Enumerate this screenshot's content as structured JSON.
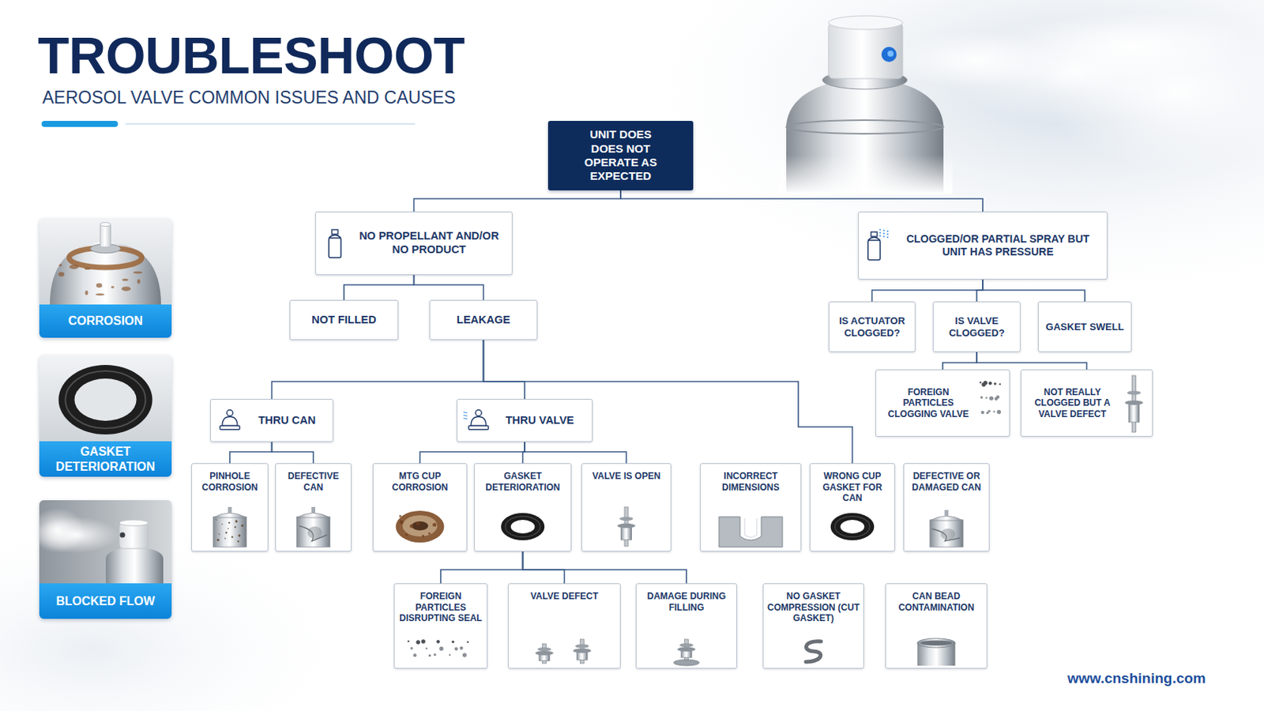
{
  "diagram": {
    "title": "TROUBLESHOOT",
    "nodes": [
      {
        "text": [
          "UNIT DOES DOES NOT OPERATE AS EXPECTED"
        ]
      },
      {
        "text": [
          "NO PROPELLANT AND/OR NO PRODUCT"
        ]
      },
      {
        "text": [
          "CLOGGED/OR PARTIAL SPRAY BUT UNIT HAS PRESSURE"
        ]
      },
      {
        "text": [
          "NOT FILLED"
        ]
      },
      {
        "text": [
          "LEAKAGE"
        ]
      },
      {
        "text": [
          "IS ACTUATOR CLOGGED?"
        ]
      },
      {
        "text": [
          "IS VALVE CLOGGED?"
        ]
      },
      {
        "text": [
          "GASKET SWELL"
        ]
      },
      {
        "text": [
          "THRU CAN"
        ]
      },
      {
        "text": [
          "THRU VALVE"
        ]
      },
      {
        "text": [
          "FOREIGN PARTICLES CLOGGING VALVE"
        ]
      },
      {
        "text": [
          "NOT REALLY CLOGGED BUT A VALVE DEFECT"
        ]
      },
      {
        "text": [
          "PINHOLE CORROSION"
        ]
      },
      {
        "text": [
          "DEFECTIVE CAN"
        ]
      },
      {
        "text": [
          "MTG CUP CORROSION"
        ]
      },
      {
        "text": [
          "GASKET DETERIORATION"
        ]
      },
      {
        "text": [
          "VALVE IS OPEN"
        ]
      },
      {
        "text": [
          "INCORRECT DIMENSIONS"
        ]
      },
      {
        "text": [
          "WRONG CUP GASKET FOR CAN"
        ]
      },
      {
        "text": [
          "DEFECTIVE OR DAMAGED CAN"
        ]
      },
      {
        "text": [
          "FOREIGN PARTICLES DISRUPTING SEAL"
        ]
      },
      {
        "text": [
          "VALVE DEFECT"
        ]
      },
      {
        "text": [
          "DAMAGE DURING FILLING"
        ]
      },
      {
        "text": [
          "NO GASKET COMPRESSION (CUT GASKET)"
        ]
      },
      {
        "text": [
          "CAN BEAD CONTAMINATION"
        ]
      },
      {
        "text": [
          "CORROSION"
        ]
      },
      {
        "text": [
          "GASKET DETERIORATION"
        ]
      },
      {
        "text": [
          "BLOCKED FLOW"
        ]
      }
    ],
    "edges": [
      {
        "from": 0,
        "to": 1,
        "arrow": "none"
      },
      {
        "from": 0,
        "to": 2,
        "arrow": "none"
      },
      {
        "from": 1,
        "to": 3,
        "arrow": "none"
      },
      {
        "from": 1,
        "to": 4,
        "arrow": "none"
      },
      {
        "from": 4,
        "to": 8,
        "arrow": "none"
      },
      {
        "from": 4,
        "to": 9,
        "arrow": "none"
      },
      {
        "from": 4,
        "to": 18,
        "arrow": "none"
      },
      {
        "from": 8,
        "to": 12,
        "arrow": "none"
      },
      {
        "from": 8,
        "to": 13,
        "arrow": "none"
      },
      {
        "from": 9,
        "to": 14,
        "arrow": "none"
      },
      {
        "from": 9,
        "to": 15,
        "arrow": "none"
      },
      {
        "from": 9,
        "to": 16,
        "arrow": "none"
      },
      {
        "from": 15,
        "to": 20,
        "arrow": "none"
      },
      {
        "from": 15,
        "to": 21,
        "arrow": "none"
      },
      {
        "from": 15,
        "to": 22,
        "arrow": "none"
      },
      {
        "from": 2,
        "to": 5,
        "arrow": "none"
      },
      {
        "from": 2,
        "to": 6,
        "arrow": "none"
      },
      {
        "from": 2,
        "to": 7,
        "arrow": "none"
      },
      {
        "from": 6,
        "to": 10,
        "arrow": "none"
      },
      {
        "from": 6,
        "to": 11,
        "arrow": "none"
      }
    ],
    "labels": [
      "AEROSOL VALVE COMMON ISSUES AND CAUSES",
      "www.cnshining.com"
    ]
  }
}
